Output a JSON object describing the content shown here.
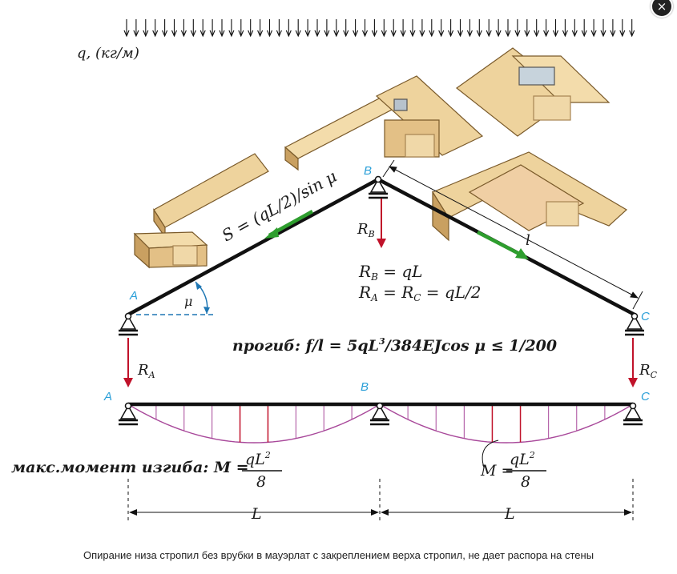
{
  "close_icon": "×",
  "caption": "Опирание низа стропил без врубки в мауэрлат с закреплением верха стропил, не дает распора на стены",
  "diagram": {
    "load_label": "q, (кг/м)",
    "axial_force": "S = (qL/2)/sin μ",
    "angle": "μ",
    "length_l": "l",
    "reaction_b": "R",
    "reaction_b_sub": "B",
    "reaction_a": "R",
    "reaction_a_sub": "A",
    "reaction_c": "R",
    "reaction_c_sub": "C",
    "formula_rb": "R",
    "formula_rb_sub": "B",
    "formula_rb_rest": " = qL",
    "formula_ra": "R",
    "formula_ra_sub": "A",
    "formula_eq": " = R",
    "formula_rc_sub": "C",
    "formula_ra_rest": " = qL/2",
    "deflection_pre": "прогиб: f/l = 5qL",
    "deflection_exp": "3",
    "deflection_post": "/384EJcos μ  ≤ 1/200",
    "moment_label": "макс.момент изгиба:  M =",
    "moment_label_2": "M =",
    "moment_num": "qL",
    "moment_num_exp": "2",
    "moment_den": "8",
    "point_a_top": "A",
    "point_b_top": "B",
    "point_c_top": "C",
    "point_a_beam": "A",
    "point_b_beam": "B",
    "point_c_beam": "C",
    "span_left": "L",
    "span_right": "L"
  },
  "colors": {
    "beam": "#111111",
    "reaction": "#c0122a",
    "force": "#2e9e2e",
    "label_point": "#2a9fd8",
    "moment": "#a8489a",
    "wood": "#e8c98e"
  }
}
